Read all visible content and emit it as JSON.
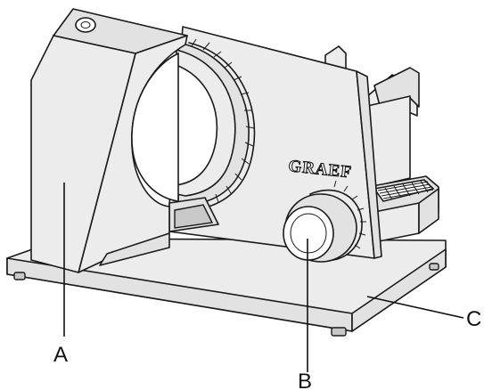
{
  "brand": "GRAEF",
  "callouts": [
    {
      "id": "A",
      "label": "A"
    },
    {
      "id": "B",
      "label": "B"
    },
    {
      "id": "C",
      "label": "C"
    }
  ]
}
